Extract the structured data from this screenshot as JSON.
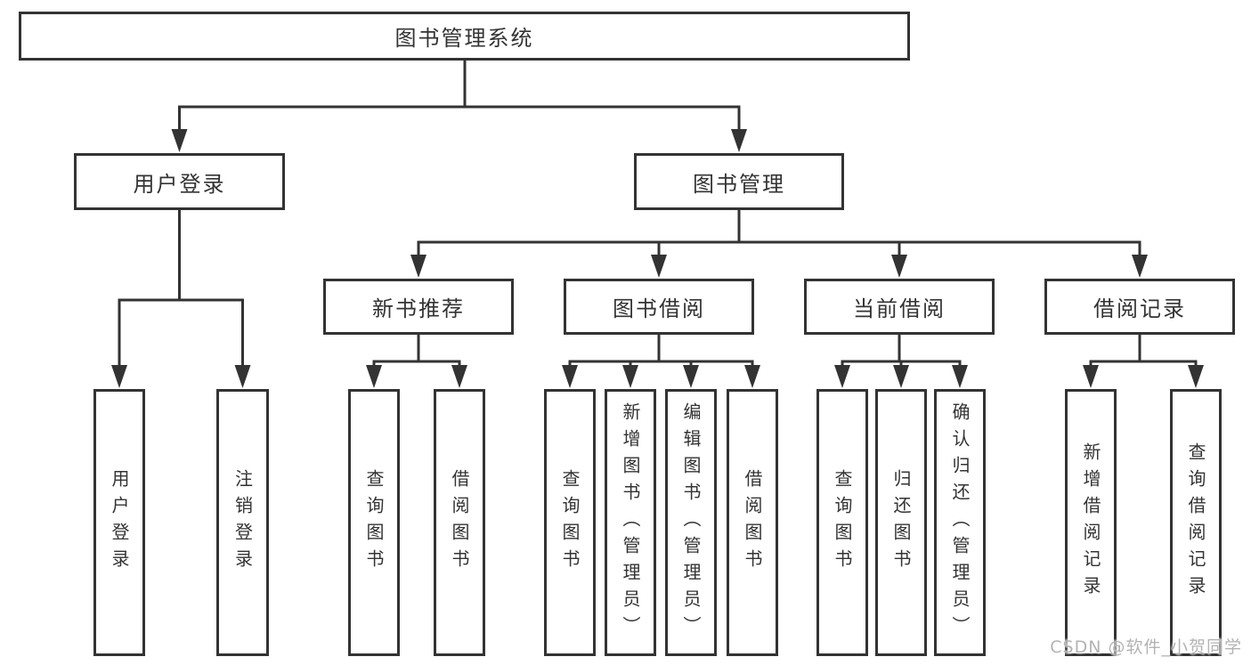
{
  "diagram": {
    "type": "hierarchy-tree",
    "title": "图书管理系统",
    "watermark": "CSDN @软件_小贺同学",
    "colors": {
      "line": "#333333",
      "box_border": "#333333",
      "box_fill": "#ffffff",
      "text": "#333333",
      "background": "#ffffff",
      "watermark": "#b3b3b3"
    },
    "nodes": [
      {
        "id": "root",
        "label": "图书管理系统",
        "orientation": "horizontal",
        "level": 1
      },
      {
        "id": "user-login",
        "label": "用户登录",
        "orientation": "horizontal",
        "level": 2
      },
      {
        "id": "book-management",
        "label": "图书管理",
        "orientation": "horizontal",
        "level": 2
      },
      {
        "id": "new-book-recommend",
        "label": "新书推荐",
        "orientation": "horizontal",
        "level": 3
      },
      {
        "id": "book-borrow",
        "label": "图书借阅",
        "orientation": "horizontal",
        "level": 3
      },
      {
        "id": "current-borrow",
        "label": "当前借阅",
        "orientation": "horizontal",
        "level": 3
      },
      {
        "id": "borrow-records",
        "label": "借阅记录",
        "orientation": "horizontal",
        "level": 3
      },
      {
        "id": "leaf-user-login",
        "label": "用户登录",
        "orientation": "vertical",
        "level": 4
      },
      {
        "id": "leaf-logout",
        "label": "注销登录",
        "orientation": "vertical",
        "level": 4
      },
      {
        "id": "leaf-query-book-1",
        "label": "查询图书",
        "orientation": "vertical",
        "level": 4
      },
      {
        "id": "leaf-borrow-book-1",
        "label": "借阅图书",
        "orientation": "vertical",
        "level": 4
      },
      {
        "id": "leaf-query-book-2",
        "label": "查询图书",
        "orientation": "vertical",
        "level": 4
      },
      {
        "id": "leaf-add-book",
        "label": "新增图书（管理员）",
        "orientation": "vertical",
        "level": 4
      },
      {
        "id": "leaf-edit-book",
        "label": "编辑图书（管理员）",
        "orientation": "vertical",
        "level": 4
      },
      {
        "id": "leaf-borrow-book-2",
        "label": "借阅图书",
        "orientation": "vertical",
        "level": 4
      },
      {
        "id": "leaf-query-book-3",
        "label": "查询图书",
        "orientation": "vertical",
        "level": 4
      },
      {
        "id": "leaf-return-book",
        "label": "归还图书",
        "orientation": "vertical",
        "level": 4
      },
      {
        "id": "leaf-confirm-return",
        "label": "确认归还（管理员）",
        "orientation": "vertical",
        "level": 4
      },
      {
        "id": "leaf-add-borrow-record",
        "label": "新增借阅记录",
        "orientation": "vertical",
        "level": 4
      },
      {
        "id": "leaf-query-borrow-record",
        "label": "查询借阅记录",
        "orientation": "vertical",
        "level": 4
      }
    ],
    "edges": [
      {
        "from": "root",
        "to": [
          "user-login",
          "book-management"
        ]
      },
      {
        "from": "user-login",
        "to": [
          "leaf-user-login",
          "leaf-logout"
        ]
      },
      {
        "from": "book-management",
        "to": [
          "new-book-recommend",
          "book-borrow",
          "current-borrow",
          "borrow-records"
        ]
      },
      {
        "from": "new-book-recommend",
        "to": [
          "leaf-query-book-1",
          "leaf-borrow-book-1"
        ]
      },
      {
        "from": "book-borrow",
        "to": [
          "leaf-query-book-2",
          "leaf-add-book",
          "leaf-edit-book",
          "leaf-borrow-book-2"
        ]
      },
      {
        "from": "current-borrow",
        "to": [
          "leaf-query-book-3",
          "leaf-return-book",
          "leaf-confirm-return"
        ]
      },
      {
        "from": "borrow-records",
        "to": [
          "leaf-add-borrow-record",
          "leaf-query-borrow-record"
        ]
      }
    ]
  }
}
